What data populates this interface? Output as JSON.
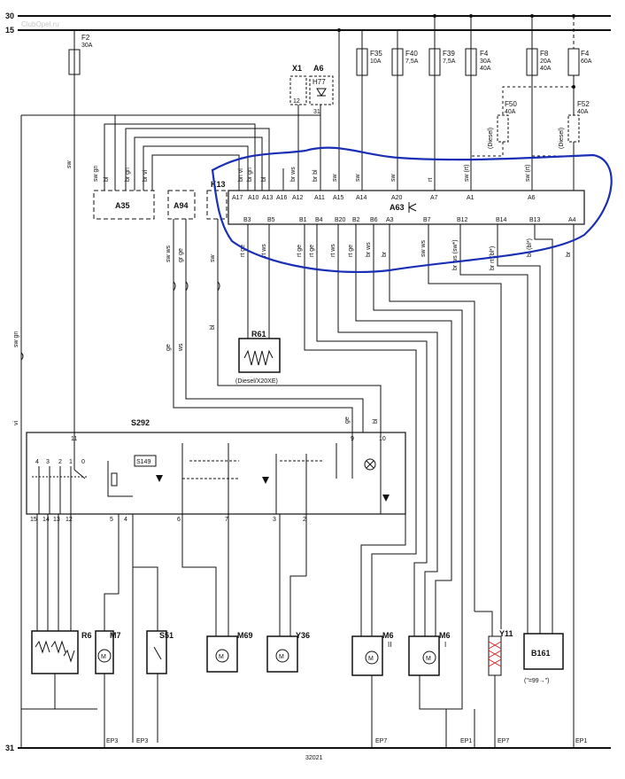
{
  "rails": {
    "top1": "30",
    "top2": "15",
    "bottom": "31"
  },
  "drawing_number": "32021",
  "watermark": "ClubOpel.ru",
  "colors": {
    "line": "#111111",
    "annotation": "#1a2fb5"
  },
  "fuses": [
    {
      "id": "F2",
      "rating": "30A"
    },
    {
      "id": "F35",
      "rating": "10A"
    },
    {
      "id": "F40",
      "rating": "7,5A"
    },
    {
      "id": "F39",
      "rating": "7,5A"
    },
    {
      "id": "F4a",
      "label": "F4",
      "rating": "30A",
      "rating2": "40A"
    },
    {
      "id": "F8",
      "rating": "20A",
      "rating2": "40A"
    },
    {
      "id": "F4b",
      "label": "F4",
      "rating": "60A"
    },
    {
      "id": "F50",
      "rating": "40A",
      "note": "(Diesel)"
    },
    {
      "id": "F52",
      "rating": "40A",
      "note": "(Diesel)"
    }
  ],
  "components": {
    "A35": "A35",
    "A94": "A94",
    "K13": "K13",
    "A63": "A63",
    "X1": "X1",
    "A6": "A6",
    "H77": "H77",
    "R61": "R61",
    "R61_note": "(Diesel/X20XE)",
    "S292": "S292",
    "S149": "S149",
    "R6": "R6",
    "M7": "M7",
    "S51": "S51",
    "M69": "M69",
    "Y36": "Y36",
    "M6a": "M6",
    "M6a_sub": "II",
    "M6b": "M6",
    "M6b_sub": "I",
    "Y11": "Y11",
    "B161": "B161",
    "B161_note": "(\"=99→\")"
  },
  "x1_pins": [
    "12"
  ],
  "h77_pin": "31",
  "a63_top_pins": [
    "A17",
    "A10",
    "A13",
    "A16",
    "A12",
    "A11",
    "A15",
    "A14",
    "A20",
    "A7",
    "A1",
    "A6"
  ],
  "a63_bottom_pins": [
    "B3",
    "B5",
    "B1",
    "B4",
    "B20",
    "B2",
    "B6",
    "A3",
    "B7",
    "B12",
    "B14",
    "B13",
    "A4"
  ],
  "s292_top_pins": [
    "11",
    "9",
    "10"
  ],
  "s292_bottom_pins": [
    "15",
    "14",
    "13",
    "12",
    "5",
    "4",
    "6",
    "7",
    "3",
    "2"
  ],
  "s292_inner_pins": [
    "4",
    "3",
    "2",
    "1",
    "0"
  ],
  "ground_labels": [
    "EP3",
    "EP3",
    "EP7",
    "EP1",
    "EP7",
    "EP1"
  ],
  "wire_colors": {
    "w_sw": "sw",
    "w_swgn": "sw gn",
    "w_bl": "bl",
    "w_brgn": "br gn",
    "w_brvi": "br vi",
    "w_bnvi": "bn vi",
    "w_brgn2": "br gn",
    "w_bl2": "bl",
    "w_brws": "br ws",
    "w_brbl": "br bl",
    "w_sw2": "sw",
    "w_sw3": "sw",
    "w_sw4": "sw",
    "w_rt": "rt",
    "w_swrt": "sw (rt)",
    "w_swrt2": "sw (rt)",
    "w_swws": "sw ws",
    "w_grge": "gr ge",
    "w_sw5": "sw",
    "w_rtge": "rt ge",
    "w_rtws": "rt ws",
    "w_rtge2": "rt ge",
    "w_brws2": "br ws",
    "w_br": "br",
    "w_swws2": "sw ws",
    "w_brws3": "br ws (sw*)",
    "w_brrt": "br rt (bl*)",
    "w_brbl2": "br (bl*)",
    "w_br2": "br",
    "w_vi": "vi",
    "w_ge": "ge",
    "w_ws": "ws",
    "w_bl3": "bl",
    "w_ge2": "ge",
    "w_bl4": "bl"
  }
}
